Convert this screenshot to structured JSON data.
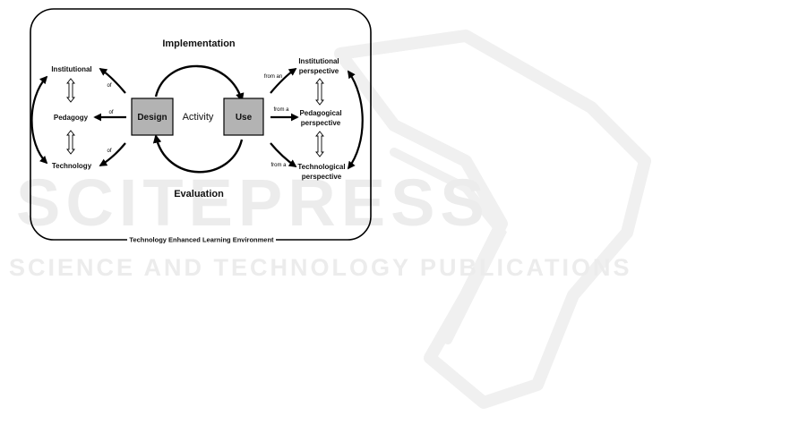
{
  "watermark": {
    "main": "SCITEPRESS",
    "sub": "SCIENCE AND TECHNOLOGY PUBLICATIONS"
  },
  "diagram": {
    "top_label": "Implementation",
    "bottom_label": "Evaluation",
    "center_label": "Activity",
    "design_box": "Design",
    "use_box": "Use",
    "footer": "Technology Enhanced Learning Environment",
    "left_nodes": {
      "institutional": "Institutional",
      "pedagogy": "Pedagogy",
      "technology": "Technology"
    },
    "left_connectors": {
      "to_institutional": "of",
      "to_pedagogy": "of",
      "to_technology": "of"
    },
    "right_nodes": {
      "institutional_line1": "Institutional",
      "institutional_line2": "perspective",
      "pedagogical_line1": "Pedagogical",
      "pedagogical_line2": "perspective",
      "technological_line1": "Technological",
      "technological_line2": "perspective"
    },
    "right_connectors": {
      "to_institutional": "from an",
      "to_pedagogical": "from a",
      "to_technological": "from a"
    },
    "colors": {
      "box_fill": "#b3b3b3",
      "line": "#000000",
      "watermark": "#ececec"
    }
  }
}
